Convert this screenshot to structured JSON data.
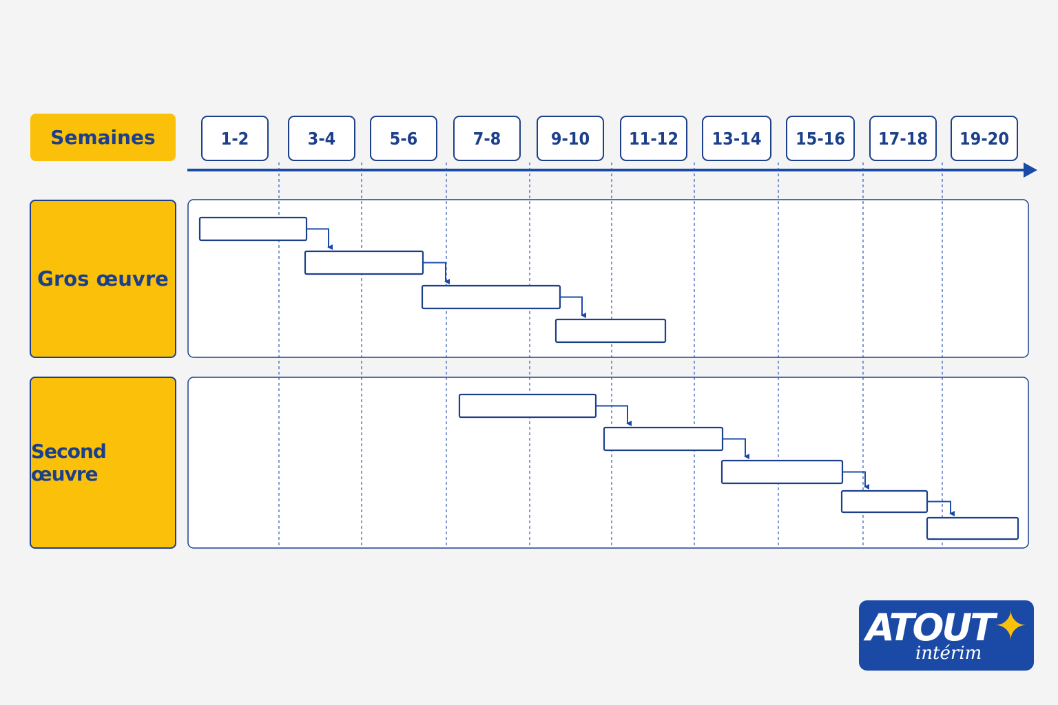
{
  "header": {
    "label": "Semaines"
  },
  "weeks": [
    "1-2",
    "3-4",
    "5-6",
    "7-8",
    "9-10",
    "11-12",
    "13-14",
    "15-16",
    "17-18",
    "19-20"
  ],
  "groups": [
    {
      "label": "Gros œuvre"
    },
    {
      "label": "Second œuvre"
    }
  ],
  "logo": {
    "main": "ATOUT",
    "sub": "intérim"
  },
  "colors": {
    "accent": "#fbc10a",
    "line": "#1b3f8b",
    "background": "#f4f4f4"
  }
}
